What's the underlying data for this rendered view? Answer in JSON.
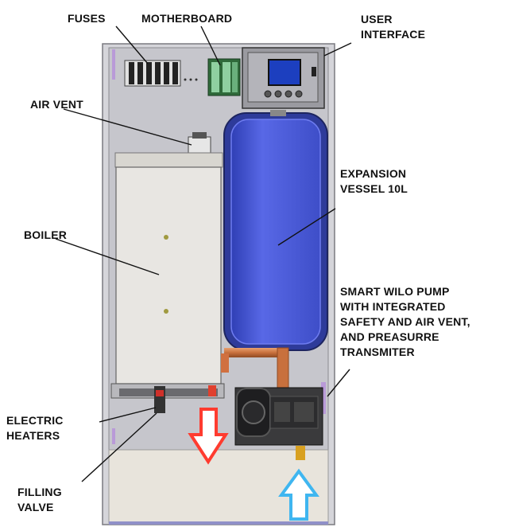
{
  "labels": {
    "fuses": "FUSES",
    "motherboard": "MOTHERBOARD",
    "user_interface_1": "USER",
    "user_interface_2": "INTERFACE",
    "air_vent": "AIR VENT",
    "expansion_1": "EXPANSION",
    "expansion_2": "VESSEL  10L",
    "boiler": "BOILER",
    "pump_1": "SMART WILO PUMP",
    "pump_2": "WITH INTEGRATED",
    "pump_3": "SAFETY AND AIR VENT,",
    "pump_4": "AND PREASURRE",
    "pump_5": "TRANSMITER",
    "heaters_1": "ELECTRIC",
    "heaters_2": "HEATERS",
    "valve_1": "FILLING",
    "valve_2": "VALVE"
  },
  "colors": {
    "vessel": "#4d5fe0",
    "outlet_arrow": "#ff3b2f",
    "inlet_arrow": "#3fb6f0",
    "pipe": "#c8703d",
    "cabinet": "#c9c9cf"
  }
}
